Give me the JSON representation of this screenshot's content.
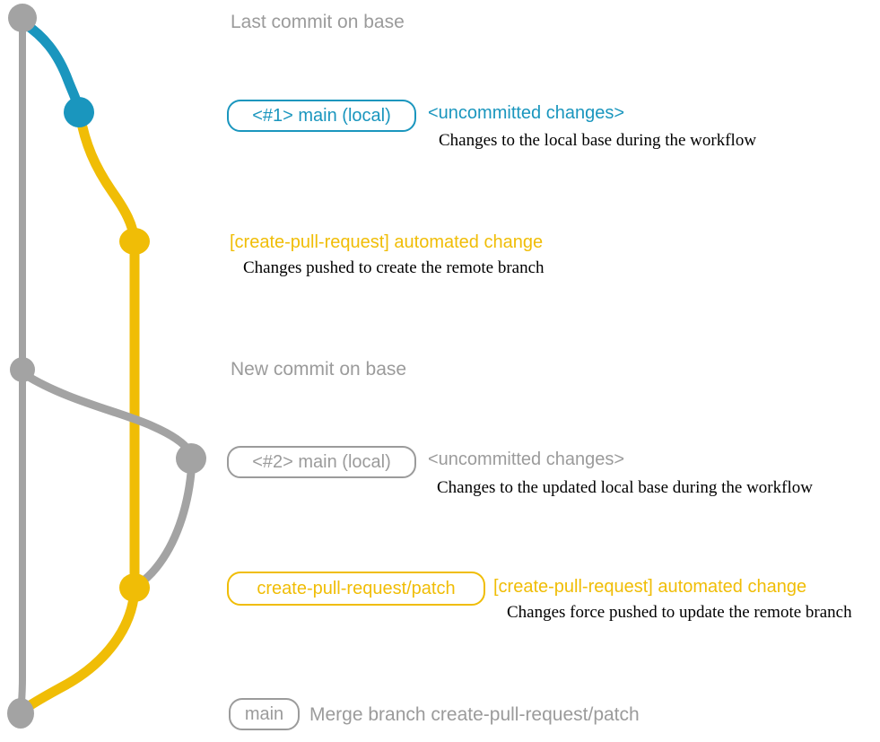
{
  "colors": {
    "gray": "#a3a3a3",
    "gray_text": "#9b9b9b",
    "blue": "#1a96be",
    "yellow": "#f0bd06",
    "annotation": "#000000",
    "background": "#ffffff"
  },
  "graph": {
    "commits": [
      {
        "name": "last-commit-on-base",
        "color": "gray"
      },
      {
        "name": "local-main-1-uncommitted",
        "color": "blue"
      },
      {
        "name": "automated-change-commit-1",
        "color": "yellow"
      },
      {
        "name": "new-commit-on-base",
        "color": "gray"
      },
      {
        "name": "local-main-2-uncommitted",
        "color": "gray"
      },
      {
        "name": "automated-change-commit-2-force-pushed",
        "color": "yellow"
      },
      {
        "name": "merge-commit-on-base",
        "color": "gray"
      }
    ]
  },
  "rows": [
    {
      "heading": "Last commit on base"
    },
    {
      "badge": "<#1> main (local)",
      "label": "<uncommitted changes>",
      "note": "Changes to the local base during the workflow"
    },
    {
      "heading": "[create-pull-request] automated change",
      "note": "Changes pushed to create the remote branch"
    },
    {
      "heading": "New commit on base"
    },
    {
      "badge": "<#2> main (local)",
      "label": "<uncommitted changes>",
      "note": "Changes to the updated local base during the workflow"
    },
    {
      "badge": "create-pull-request/patch",
      "heading": "[create-pull-request] automated change",
      "note": "Changes force pushed to update the remote branch"
    },
    {
      "badge": "main",
      "label": "Merge branch create-pull-request/patch"
    }
  ]
}
